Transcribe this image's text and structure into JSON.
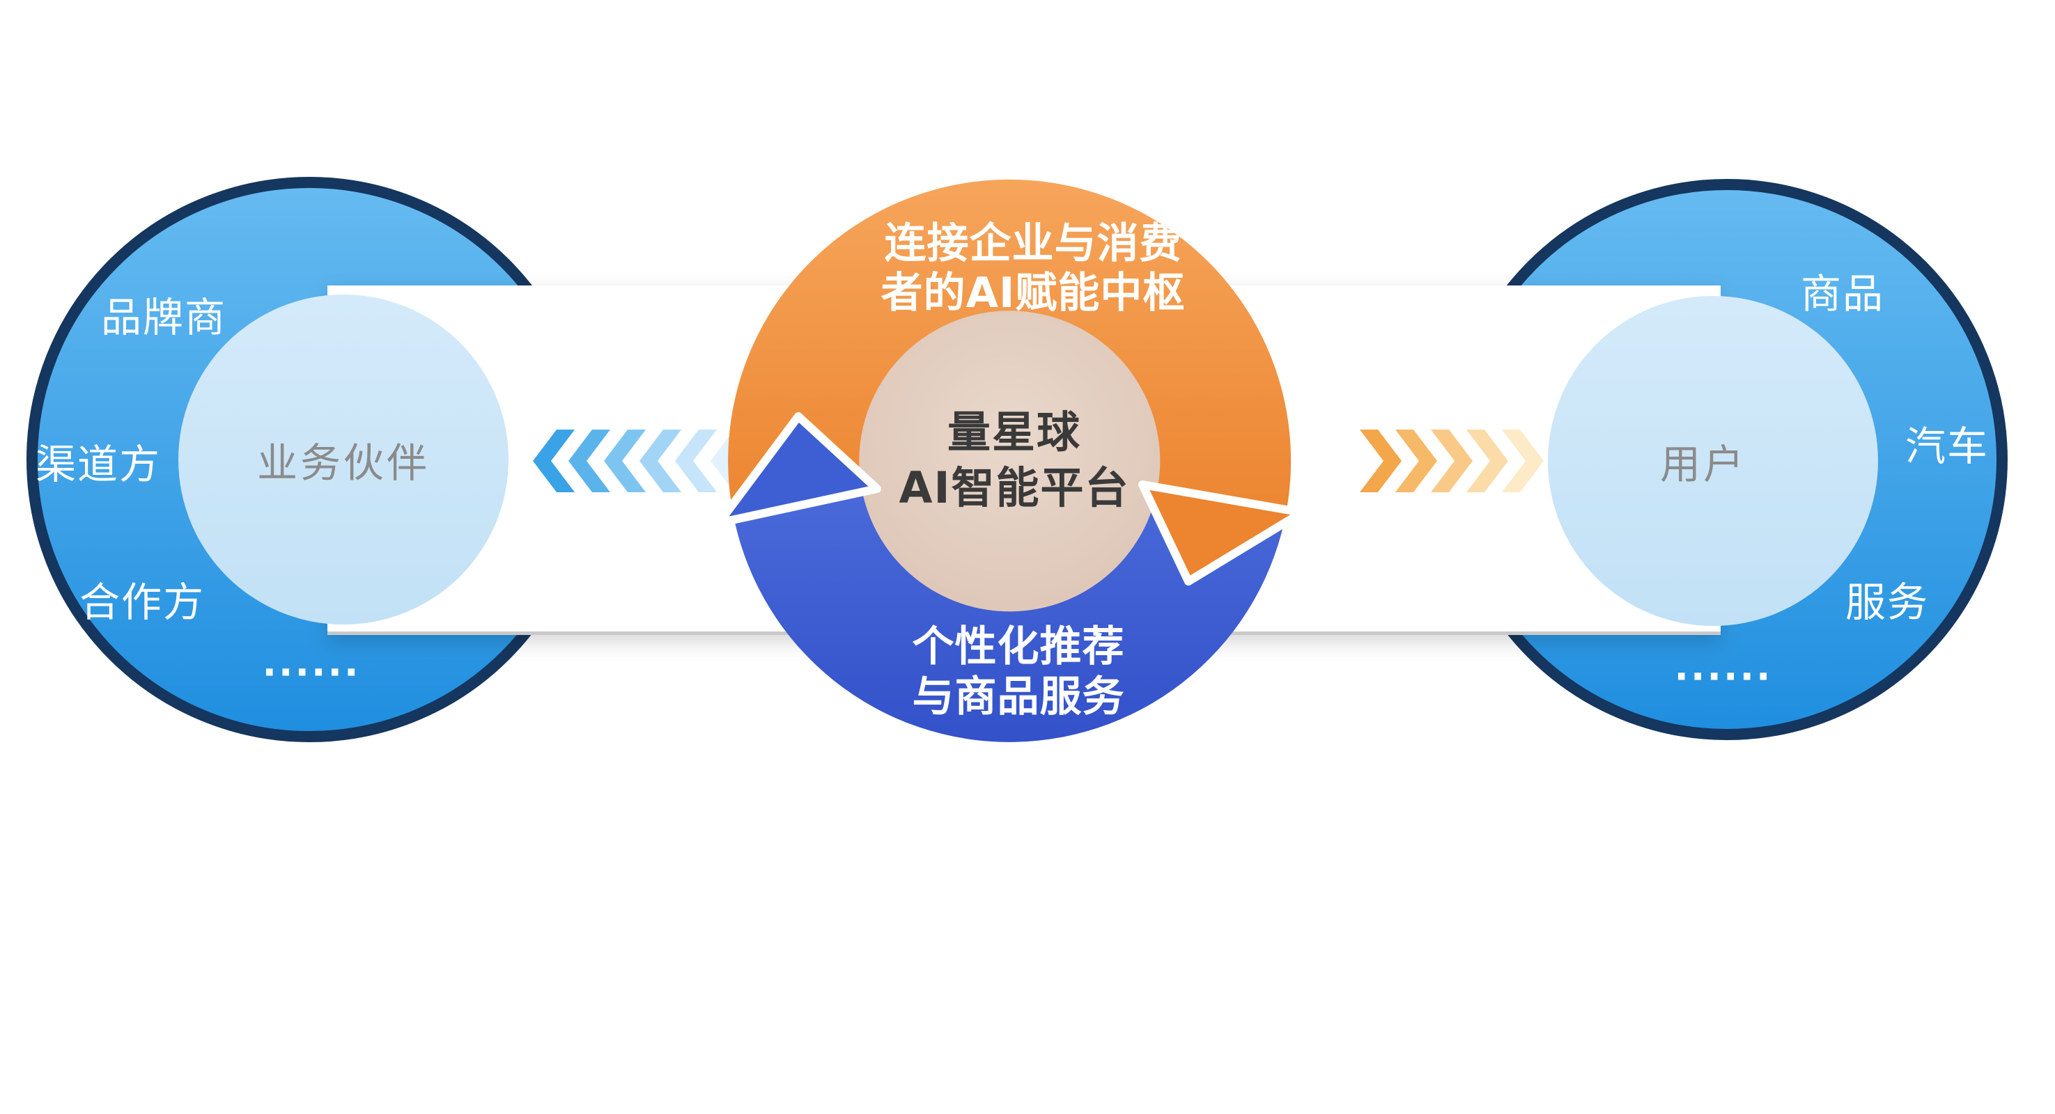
{
  "diagram": {
    "left_circle": {
      "label_top": "品牌商",
      "label_mid": "渠道方",
      "label_bottom": "合作方",
      "ellipsis": "......",
      "inner_label": "业务伙伴"
    },
    "hub": {
      "top_text": "连接企业与消费\n者的AI赋能中枢",
      "center_text": "量星球\nAI智能平台",
      "bottom_text": "个性化推荐\n与商品服务"
    },
    "right_circle": {
      "label_top": "商品",
      "label_mid": "汽车",
      "label_bottom": "服务",
      "ellipsis": "......",
      "inner_label": "用户"
    },
    "colors": {
      "outer_circle_top": "#66bbf1",
      "outer_circle_bottom": "#1f8edf",
      "outer_circle_border": "#15365e",
      "inner_circle": "#cde7f8",
      "hub_orange": "#ee8c38",
      "hub_blue": "#3c5ed2",
      "hub_center_beige": "#e2cfc1",
      "left_chevron_accent": "#3aa2e6",
      "right_chevron_accent": "#f3a64a",
      "band": "#ffffff",
      "band_edge": "#c9c9c9"
    }
  }
}
